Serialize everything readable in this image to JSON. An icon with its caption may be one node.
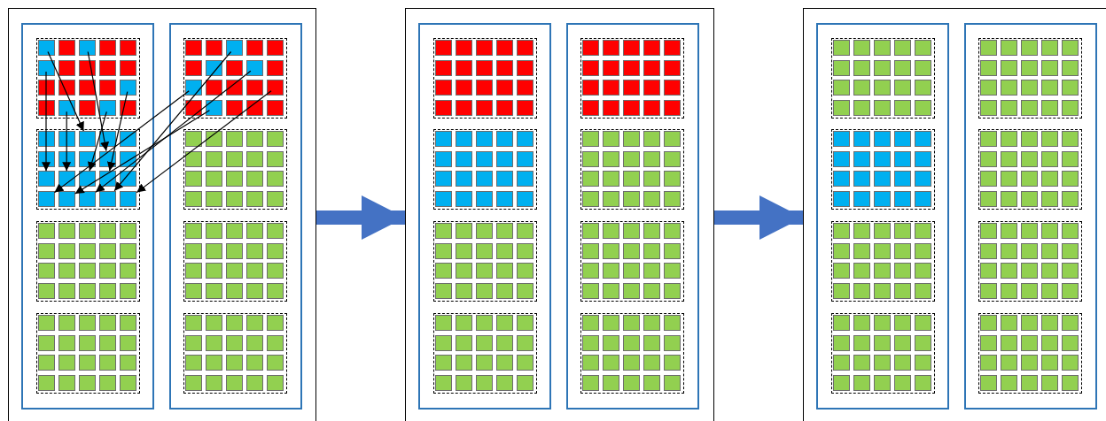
{
  "diagram": {
    "nodes": [
      {
        "text": [],
        "shape": "box"
      },
      {
        "text": [],
        "shape": "box"
      },
      {
        "text": [],
        "shape": "box"
      },
      {
        "text": [],
        "shape": "box",
        "in": 0
      },
      {
        "text": [],
        "shape": "box",
        "in": 0
      },
      {
        "text": [],
        "shape": "box",
        "in": 0
      },
      {
        "text": [],
        "shape": "box",
        "in": 0
      },
      {
        "text": [],
        "shape": "box",
        "in": 0
      },
      {
        "text": [],
        "shape": "box",
        "in": 0
      },
      {
        "text": [],
        "shape": "box",
        "in": 0
      },
      {
        "text": [],
        "shape": "box",
        "in": 0
      },
      {
        "text": [],
        "shape": "box",
        "in": 0
      },
      {
        "text": [],
        "shape": "box",
        "in": 0
      },
      {
        "text": [],
        "shape": "box",
        "in": 0
      },
      {
        "text": [],
        "shape": "box",
        "in": 0
      },
      {
        "text": [],
        "shape": "box",
        "in": 0
      },
      {
        "text": [],
        "shape": "box",
        "in": 0
      },
      {
        "text": [],
        "shape": "box",
        "in": 0
      },
      {
        "text": [],
        "shape": "box",
        "in": 0
      },
      {
        "text": [],
        "shape": "box",
        "in": 0
      },
      {
        "text": [],
        "shape": "box",
        "in": 0
      },
      {
        "text": [],
        "shape": "box",
        "in": 0
      },
      {
        "text": [],
        "shape": "box",
        "in": 0
      },
      {
        "text": [],
        "shape": "box",
        "in": 0
      },
      {
        "text": [],
        "shape": "box",
        "in": 0
      }
    ],
    "edges": [
      {
        "from": 0,
        "to": 1,
        "arrow": "to",
        "style": "thick",
        "color": "#4472c4"
      },
      {
        "from": 1,
        "to": 2,
        "arrow": "to",
        "style": "thick",
        "color": "#4472c4"
      },
      {
        "from": 3,
        "to": 14,
        "arrow": "to"
      },
      {
        "from": 5,
        "to": 16,
        "arrow": "to"
      },
      {
        "from": 7,
        "to": 17,
        "arrow": "to"
      },
      {
        "from": 4,
        "to": 15,
        "arrow": "to"
      },
      {
        "from": 8,
        "to": 18,
        "arrow": "to"
      },
      {
        "from": 6,
        "to": 19,
        "arrow": "to"
      },
      {
        "from": 11,
        "to": 20,
        "arrow": "to"
      },
      {
        "from": 13,
        "to": 21,
        "arrow": "to"
      },
      {
        "from": 10,
        "to": 22,
        "arrow": "to"
      },
      {
        "from": 9,
        "to": 23,
        "arrow": "to"
      },
      {
        "from": 12,
        "to": 24,
        "arrow": "to"
      }
    ]
  }
}
